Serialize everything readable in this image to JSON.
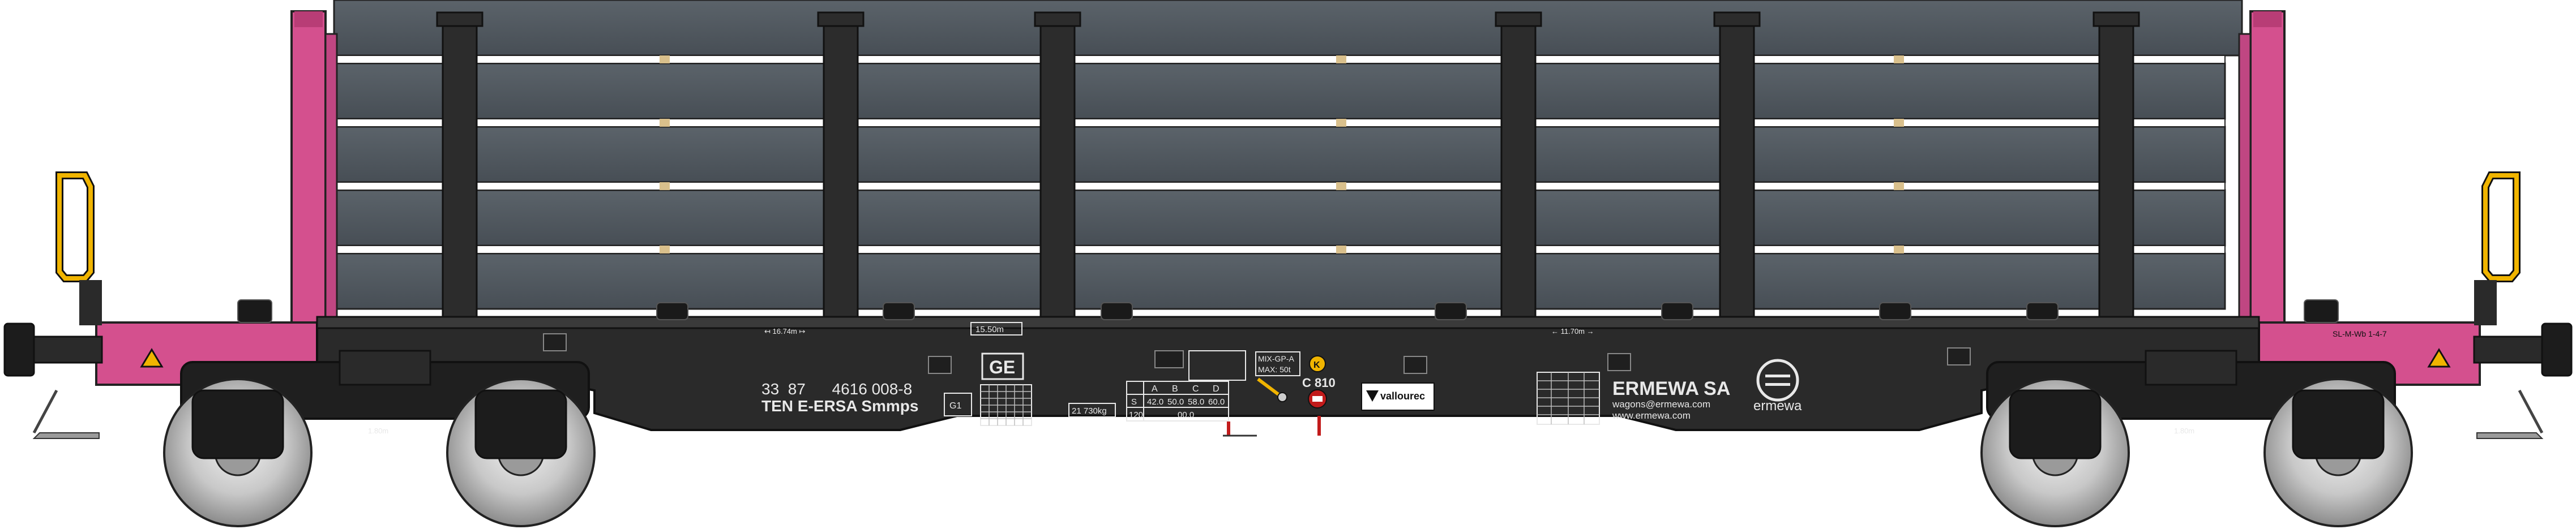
{
  "wagon": {
    "number_line1": "33  87      4616 008-8",
    "number_line2": "TEN E-ERSA Smmps",
    "owner_name": "ERMEWA SA",
    "owner_email": "wagons@ermewa.com",
    "owner_web": "www.ermewa.com",
    "brand_logo_text": "ermewa",
    "cargo_brand": "vallourec",
    "length_left": "↤ 16.74m ↦",
    "length_right": "← 11.70m →",
    "loading_length": "15.50m",
    "ge_marking": "GE",
    "g1_marking": "G1",
    "tare_weight": "21 730kg",
    "c_marking": "C 810",
    "k_marking": "K",
    "mix_label_1": "MIX-GP-A",
    "mix_label_2": "MAX: 50t",
    "load_table": {
      "headers": [
        "A",
        "B",
        "C",
        "D"
      ],
      "row_s": [
        "S",
        "42.0",
        "50.0",
        "58.0",
        "60.0"
      ],
      "row_120": [
        "120",
        "00.0"
      ]
    },
    "bogie_dim_left": "1.80m",
    "bogie_dim_right": "1.80m",
    "small_right_text": "SL-M-Wb 1-4-7",
    "colors": {
      "frame": "#2a2a2a",
      "stake": "#2c2c2c",
      "cargo": "#4f575e",
      "cargo_stripe": "#ffffff",
      "pink": "#d4508e",
      "handle": "#f0b400",
      "wheel": "#c9c9c9"
    }
  }
}
